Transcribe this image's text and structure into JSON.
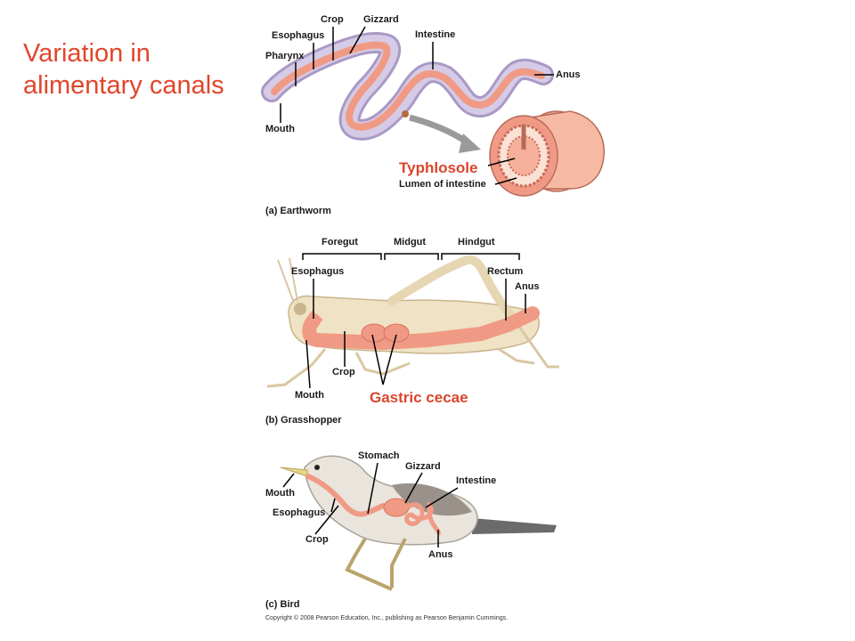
{
  "title": "Variation in alimentary canals",
  "earthworm": {
    "caption": "(a) Earthworm",
    "labels": {
      "crop": "Crop",
      "gizzard": "Gizzard",
      "esophagus": "Esophagus",
      "pharynx": "Pharynx",
      "intestine": "Intestine",
      "anus": "Anus",
      "mouth": "Mouth",
      "typhlosole": "Typhlosole",
      "lumen": "Lumen of intestine"
    }
  },
  "grasshopper": {
    "caption": "(b) Grasshopper",
    "labels": {
      "foregut": "Foregut",
      "midgut": "Midgut",
      "hindgut": "Hindgut",
      "esophagus": "Esophagus",
      "rectum": "Rectum",
      "anus": "Anus",
      "crop": "Crop",
      "mouth": "Mouth",
      "gastric_cecae": "Gastric cecae"
    }
  },
  "bird": {
    "caption": "(c) Bird",
    "labels": {
      "stomach": "Stomach",
      "gizzard": "Gizzard",
      "intestine": "Intestine",
      "mouth": "Mouth",
      "esophagus": "Esophagus",
      "crop": "Crop",
      "anus": "Anus"
    }
  },
  "copyright": "Copyright © 2008 Pearson Education, Inc., publishing as Pearson Benjamin Cummings.",
  "colors": {
    "title": "#e2452a",
    "gut": "#f09a85",
    "body_worm": "#c9b8dd",
    "body_insect": "#f0e2c4"
  }
}
